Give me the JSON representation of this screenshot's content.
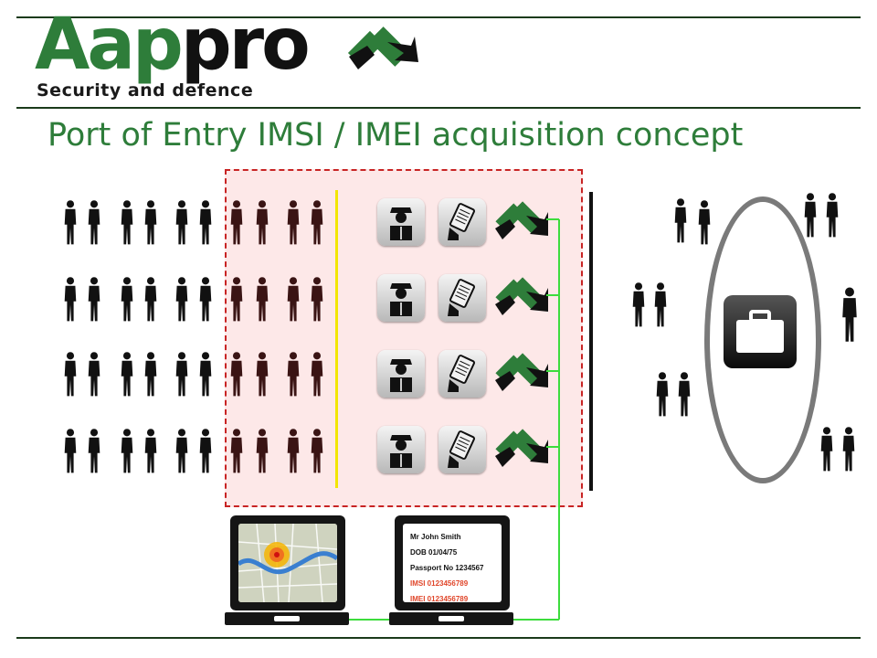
{
  "logo": {
    "part1": "Aap",
    "part2": "pro",
    "tagline": "Security and defence",
    "color_primary": "#2e7d3a",
    "color_secondary": "#111111"
  },
  "slide": {
    "title": "Port of Entry IMSI / IMEI acquisition concept"
  },
  "lanes": [
    {
      "officer_icon": "officer-icon",
      "scanner_icon": "passport-scanner-icon",
      "sensor_icon": "aappro-sensor-icon"
    },
    {
      "officer_icon": "officer-icon",
      "scanner_icon": "passport-scanner-icon",
      "sensor_icon": "aappro-sensor-icon"
    },
    {
      "officer_icon": "officer-icon",
      "scanner_icon": "passport-scanner-icon",
      "sensor_icon": "aappro-sensor-icon"
    },
    {
      "officer_icon": "officer-icon",
      "scanner_icon": "passport-scanner-icon",
      "sensor_icon": "aappro-sensor-icon"
    }
  ],
  "record": {
    "name": "Mr John Smith",
    "dob": "DOB 01/04/75",
    "passport": "Passport No 1234567",
    "imsi": "IMSI 0123456789",
    "imei": "IMEI 0123456789"
  },
  "map_icon": "city-map-location-icon",
  "baggage_icon": "briefcase-icon",
  "colors": {
    "zone_fill": "#fde8e8",
    "zone_border": "#c82424",
    "link_line": "#3ddc3d",
    "queue_line": "#f2e600",
    "ring": "#7a7a7a",
    "highlight_text": "#e0462a"
  }
}
